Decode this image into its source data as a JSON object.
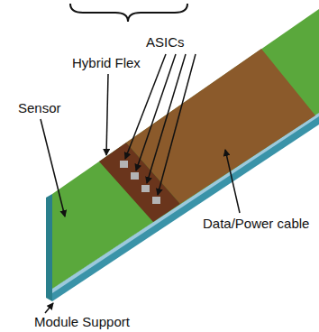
{
  "diagram": {
    "labels": [
      "ASICs",
      "Hybrid Flex",
      "Sensor",
      "Data/Power cable",
      "Module Support"
    ]
  }
}
